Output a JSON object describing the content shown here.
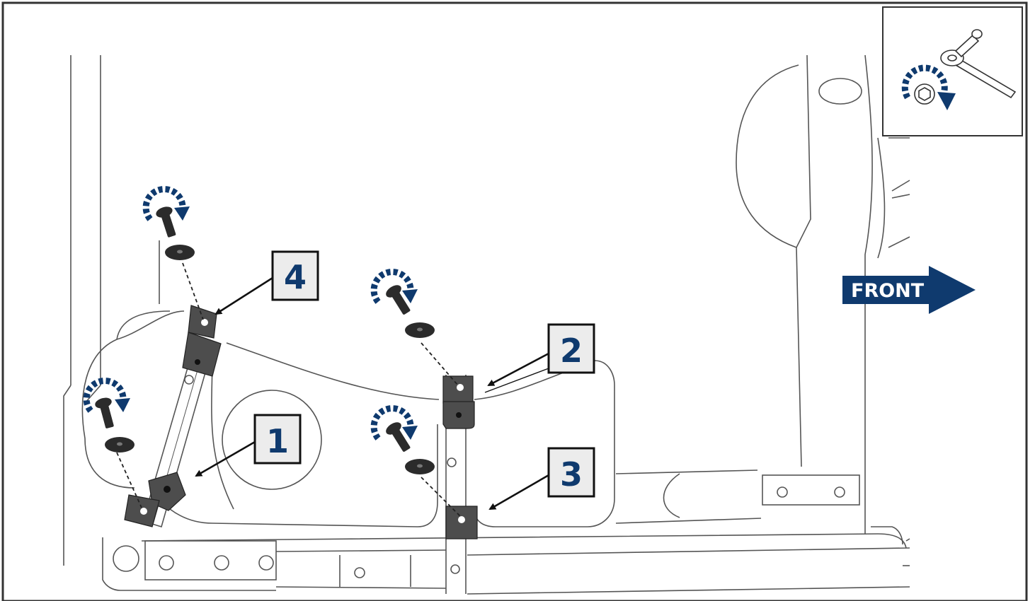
{
  "diagram": {
    "callouts": [
      {
        "id": "1",
        "label": "1"
      },
      {
        "id": "2",
        "label": "2"
      },
      {
        "id": "3",
        "label": "3"
      },
      {
        "id": "4",
        "label": "4"
      }
    ],
    "direction_label": "FRONT"
  },
  "colors": {
    "accent": "#0f3a6e",
    "line": "#555555",
    "part_fill": "#4d4d4d",
    "frame": "#333333",
    "callout_bg": "#ececec"
  },
  "icons": [
    "tighten-arrow-icon",
    "ratchet-wrench-icon",
    "hex-socket-icon"
  ]
}
